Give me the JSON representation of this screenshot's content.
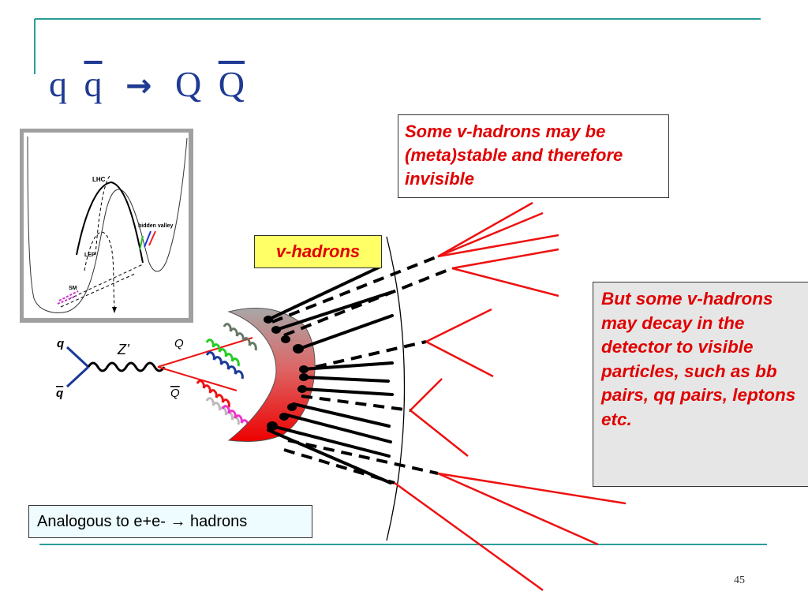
{
  "title": {
    "parts": [
      "q",
      "q",
      "→",
      "Q",
      "Q"
    ]
  },
  "callout_top": {
    "text": "Some v-hadrons may be (meta)stable and therefore invisible"
  },
  "callout_right": {
    "text": "But some v-hadrons may decay in the detector to visible particles, such as bb pairs, qq pairs, leptons etc."
  },
  "vhadrons_label": "v-hadrons",
  "analogous": "Analogous to e+e- → hadrons",
  "inset": {
    "labels": {
      "lhc": "LHC",
      "hidden_valley": "hidden valley",
      "lep": "LEP",
      "sm": "SM"
    }
  },
  "feynman": {
    "q": "q",
    "qbar": "q",
    "z": "Z’",
    "Q": "Q",
    "Qbar": "Q"
  },
  "page_number": "45",
  "colors": {
    "title": "#1f3a93",
    "accent_line": "#2a9d9a",
    "callout_text": "#e00000",
    "vhadron_box": "#ffff66",
    "decay_lines": "#ee1111"
  }
}
